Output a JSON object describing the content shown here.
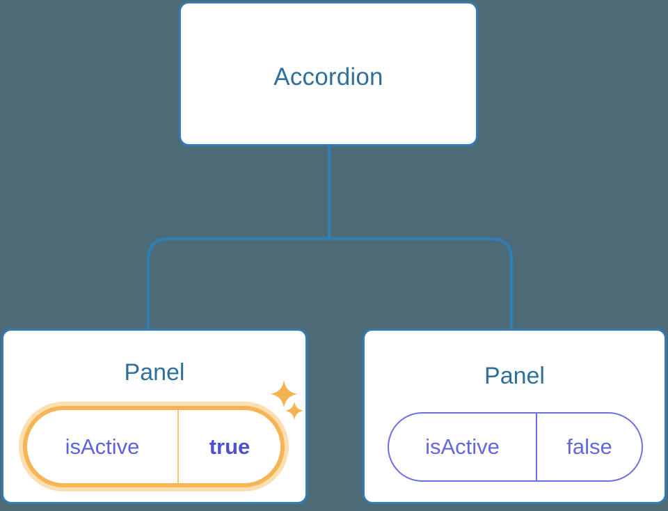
{
  "diagram": {
    "background_color": "#4C6B77",
    "node_border_color": "#337AB7",
    "node_title_color": "#2E7099",
    "connector_color": "#2E7FB5",
    "highlight_color": "#F5B556",
    "highlight_glow_color": "#FBDFB1",
    "prop_text_color": "#6267DE",
    "prop_value_active_color": "#4B51CF"
  },
  "root": {
    "label": "Accordion"
  },
  "children": [
    {
      "label": "Panel",
      "prop": {
        "key": "isActive",
        "value": "true"
      },
      "highlighted": true,
      "sparkles": [
        "sparkle-large",
        "sparkle-small"
      ]
    },
    {
      "label": "Panel",
      "prop": {
        "key": "isActive",
        "value": "false"
      },
      "highlighted": false,
      "sparkles": []
    }
  ]
}
